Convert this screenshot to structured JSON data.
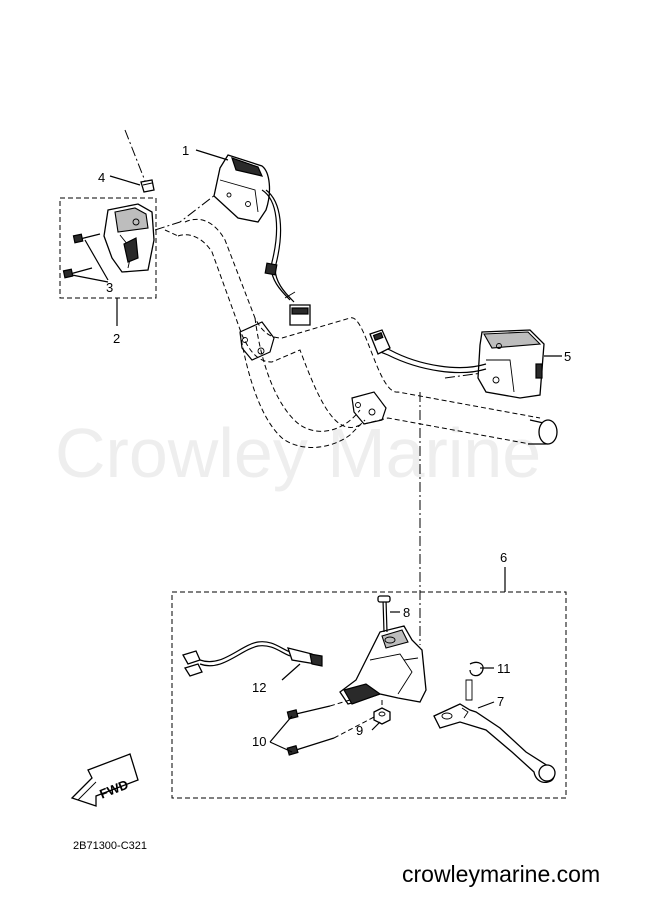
{
  "watermark": "Crowley Marine",
  "website": "crowleymarine.com",
  "diagram_code": "2B71300-C321",
  "fwd_label": "FWD",
  "callouts": {
    "c1": "1",
    "c2": "2",
    "c3": "3",
    "c4": "4",
    "c5": "5",
    "c6": "6",
    "c7": "7",
    "c8": "8",
    "c9": "9",
    "c10": "10",
    "c11": "11",
    "c12": "12"
  }
}
